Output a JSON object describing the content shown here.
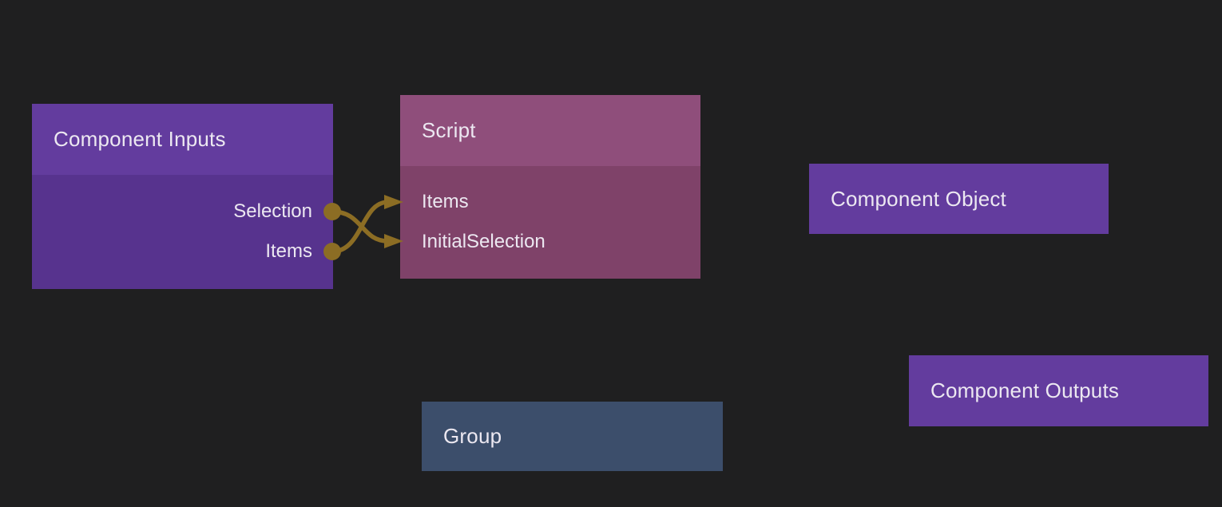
{
  "graph": {
    "background_color": "#1f1f20",
    "wire_color": "#8c6d24",
    "text_color": "#ece8f1",
    "purple_header_color": "#633c9e",
    "purple_body_color": "#57338e",
    "mauve_header_color": "#8f4e7b",
    "mauve_body_color": "#7f4269",
    "group_color": "#3c4e6b"
  },
  "nodes": {
    "component_inputs": {
      "title": "Component Inputs",
      "outputs": [
        "Selection",
        "Items"
      ]
    },
    "script": {
      "title": "Script",
      "inputs": [
        "Items",
        "InitialSelection"
      ]
    },
    "component_object": {
      "title": "Component Object"
    },
    "component_outputs": {
      "title": "Component Outputs"
    },
    "group": {
      "title": "Group"
    }
  },
  "connections": [
    {
      "from": "Component Inputs.Selection",
      "to": "Script.InitialSelection"
    },
    {
      "from": "Component Inputs.Items",
      "to": "Script.Items"
    }
  ]
}
